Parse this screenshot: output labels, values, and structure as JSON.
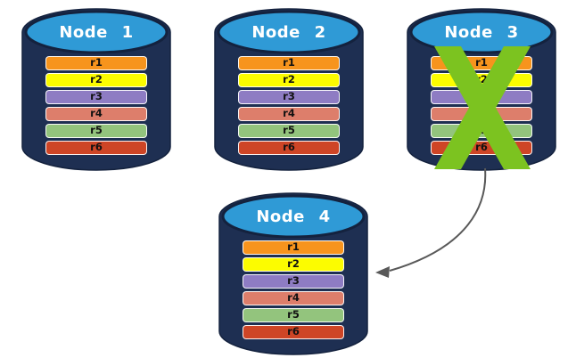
{
  "diagram": {
    "palette": {
      "background": "#ffffff",
      "cylinder_body": "#1E2F52",
      "cylinder_outline": "#14223E",
      "cylinder_top": "#2F9AD6",
      "title_text": "#ffffff",
      "row_text": "#111111",
      "arrow": "#595959",
      "failure_x": "#7CC320"
    },
    "nodes": [
      {
        "id": "node-1",
        "title": "Node 1",
        "failed": false,
        "rows": [
          {
            "label": "r1",
            "color": "#F7941D"
          },
          {
            "label": "r2",
            "color": "#FCFC00"
          },
          {
            "label": "r3",
            "color": "#8E7CC3"
          },
          {
            "label": "r4",
            "color": "#DD7E6B"
          },
          {
            "label": "r5",
            "color": "#93C47D"
          },
          {
            "label": "r6",
            "color": "#CE4526"
          }
        ]
      },
      {
        "id": "node-2",
        "title": "Node 2",
        "failed": false,
        "rows": [
          {
            "label": "r1",
            "color": "#F7941D"
          },
          {
            "label": "r2",
            "color": "#FCFC00"
          },
          {
            "label": "r3",
            "color": "#8E7CC3"
          },
          {
            "label": "r4",
            "color": "#DD7E6B"
          },
          {
            "label": "r5",
            "color": "#93C47D"
          },
          {
            "label": "r6",
            "color": "#CE4526"
          }
        ]
      },
      {
        "id": "node-3",
        "title": "Node 3",
        "failed": true,
        "rows": [
          {
            "label": "r1",
            "color": "#F7941D"
          },
          {
            "label": "r2",
            "color": "#FCFC00"
          },
          {
            "label": "r3",
            "color": "#8E7CC3"
          },
          {
            "label": "r4",
            "color": "#DD7E6B"
          },
          {
            "label": "r5",
            "color": "#93C47D"
          },
          {
            "label": "r6",
            "color": "#CE4526"
          }
        ]
      },
      {
        "id": "node-4",
        "title": "Node 4",
        "failed": false,
        "rows": [
          {
            "label": "r1",
            "color": "#F7941D"
          },
          {
            "label": "r2",
            "color": "#FCFC00"
          },
          {
            "label": "r3",
            "color": "#8E7CC3"
          },
          {
            "label": "r4",
            "color": "#DD7E6B"
          },
          {
            "label": "r5",
            "color": "#93C47D"
          },
          {
            "label": "r6",
            "color": "#CE4526"
          }
        ]
      }
    ],
    "failure_mark": {
      "node": "node-3",
      "shape": "X",
      "color": "#7CC320"
    },
    "arrow": {
      "from": "node-3",
      "to": "node-4",
      "color": "#595959"
    }
  }
}
